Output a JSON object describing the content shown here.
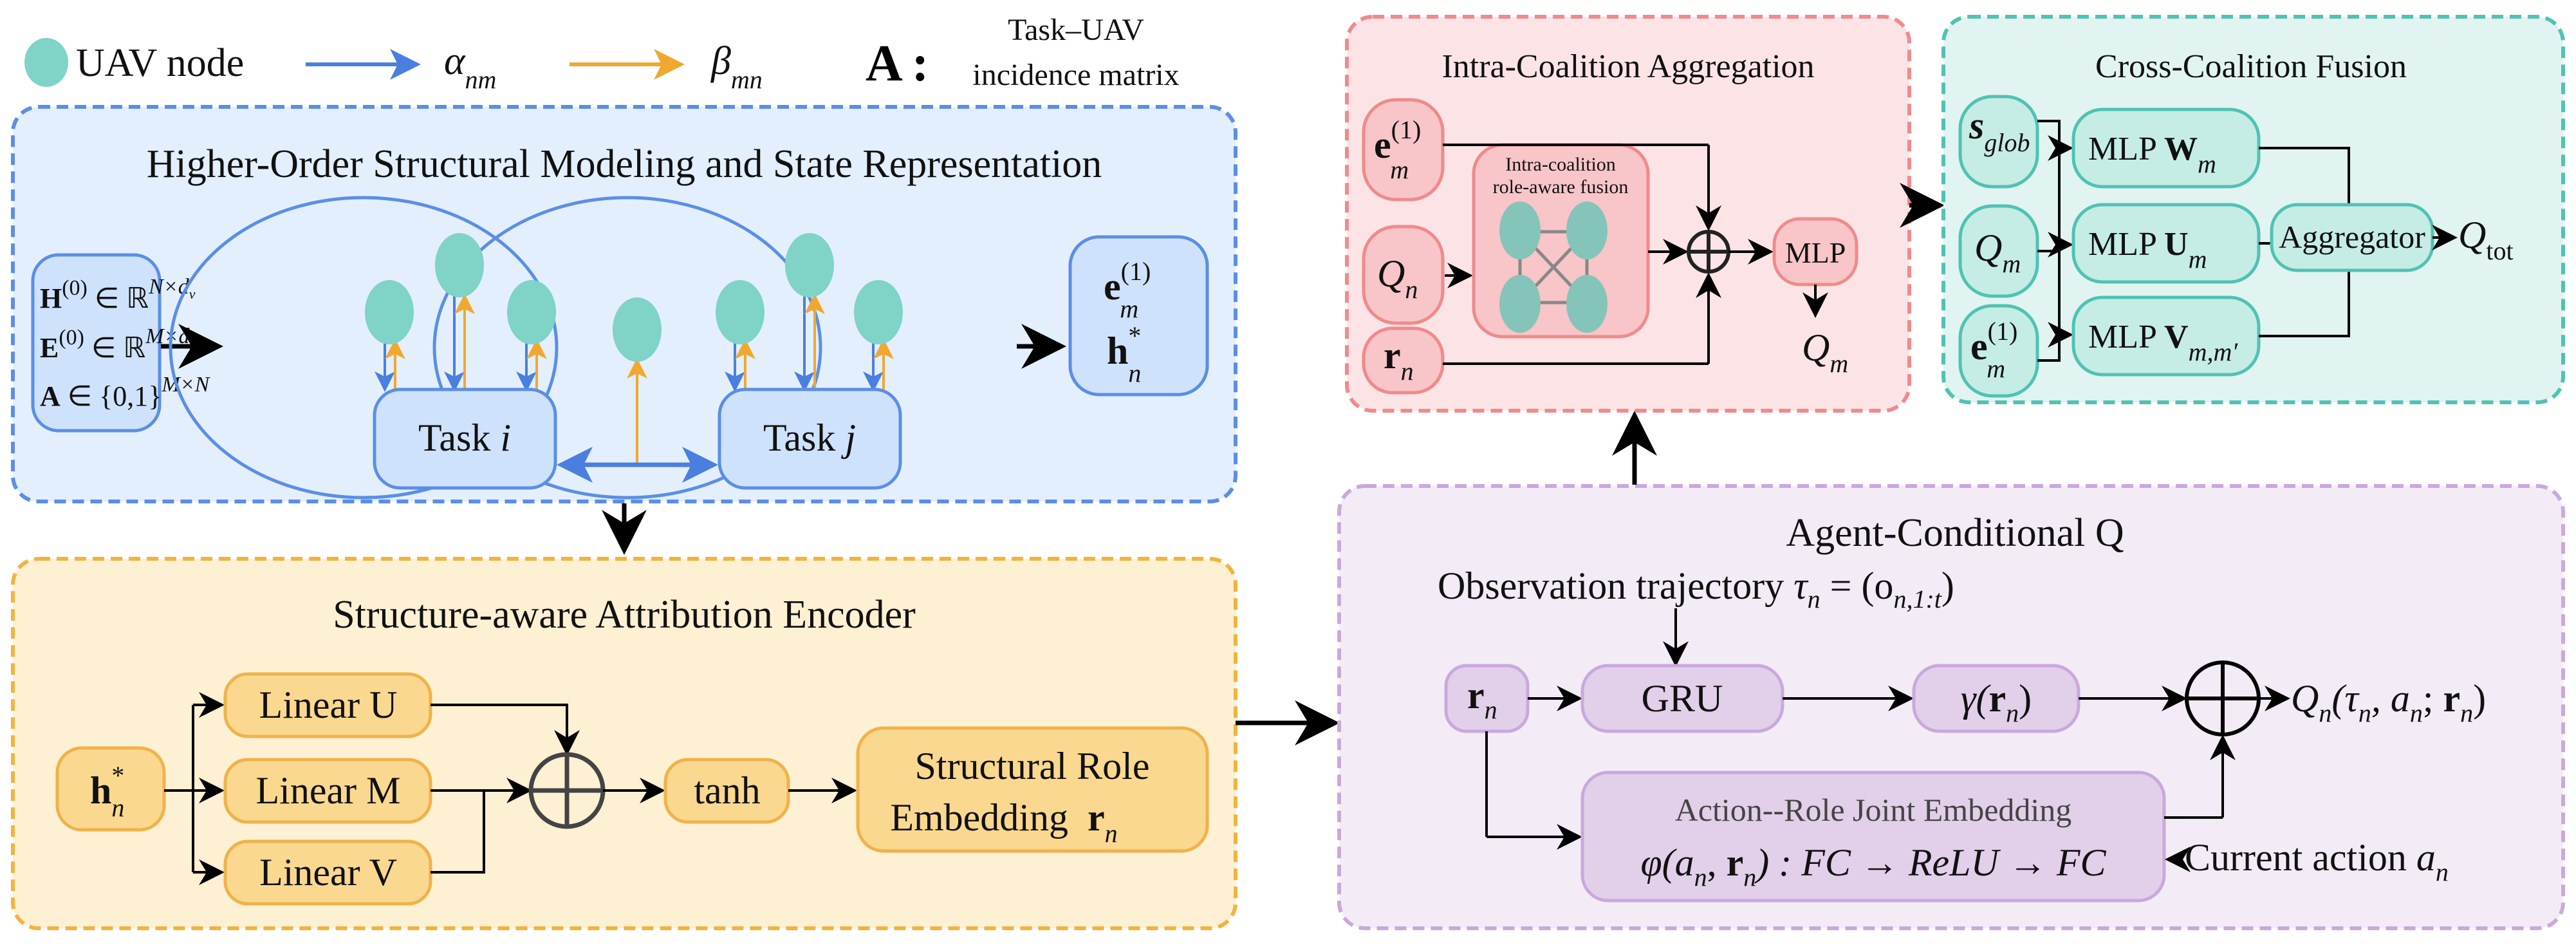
{
  "colors": {
    "uav_node": "#7fd3c7",
    "alpha_arrow": "#4a7fe0",
    "beta_arrow": "#f0a830",
    "hyper_panel": "#5b8ee6",
    "encoder_panel": "#f2b33d",
    "agent_panel": "#c9a9dc",
    "intra_panel": "#f08a8c",
    "cross_panel": "#4fc3b3"
  },
  "legend": {
    "uav_node": "UAV node",
    "alpha": {
      "main": "α",
      "sub": "nm"
    },
    "beta": {
      "main": "β",
      "sub": "mn"
    },
    "A": "A",
    "colon": ":",
    "incidence_line1": "Task–UAV",
    "incidence_line2": "incidence matrix"
  },
  "hyper": {
    "title": "Higher-Order Structural Modeling and State Representation",
    "inputs": [
      {
        "main": "H",
        "sup": "(0)",
        "rel": " ∈ ℝ",
        "exp": "N×d",
        "expsub": "v"
      },
      {
        "main": "E",
        "sup": "(0)",
        "rel": " ∈ ℝ",
        "exp": "M×d",
        "expsub": "e"
      },
      {
        "main": "A",
        "sup": "",
        "rel": " ∈ {0,1}",
        "exp": "M×N",
        "expsub": ""
      }
    ],
    "task_i": {
      "word": "Task ",
      "var": "i"
    },
    "task_j": {
      "word": "Task ",
      "var": "j"
    },
    "outputs": [
      {
        "main": "e",
        "sub": "m",
        "sup": "(1)"
      },
      {
        "main": "h",
        "sub": "n",
        "sup": "*"
      }
    ]
  },
  "encoder": {
    "title": "Structure-aware Attribution Encoder",
    "input": {
      "main": "h",
      "sub": "n",
      "sup": "*"
    },
    "linears": [
      "Linear U",
      "Linear M",
      "Linear V"
    ],
    "tanh": "tanh",
    "output_line1": "Structural Role",
    "output_line2": "Embedding",
    "output_var": {
      "main": "r",
      "sub": "n"
    }
  },
  "agent": {
    "title": "Agent-Conditional Q",
    "observation": {
      "text": "Observation trajectory ",
      "tau": "τ",
      "tau_sub": "n",
      "eq": " = (o",
      "o_sub": "n,1:t",
      "close": ")"
    },
    "rn": {
      "main": "r",
      "sub": "n"
    },
    "gru": "GRU",
    "gamma": {
      "pre": "γ(",
      "main": "r",
      "sub": "n",
      "post": ")"
    },
    "output": {
      "pre": "Q",
      "sub": "n",
      "args": "(τ",
      "a1sub": "n",
      "mid": ", a",
      "a2sub": "n",
      "semi": "; ",
      "r": "r",
      "rsub": "n",
      "post": ")"
    },
    "joint_title": "Action--Role Joint Embedding",
    "joint_formula": {
      "pre": "φ(a",
      "asub": "n",
      ",": ", ",
      "r": "r",
      "rsub": "n",
      "rest": ") : FC → ReLU → FC"
    },
    "current_action": {
      "text": "Current action ",
      "var": "a",
      "sub": "n"
    }
  },
  "intra": {
    "title": "Intra-Coalition Aggregation",
    "inputs": [
      {
        "main": "e",
        "sub": "m",
        "sup": "(1)"
      },
      {
        "main": "Q",
        "sub": "n",
        "sup": ""
      },
      {
        "main": "r",
        "sub": "n",
        "sup": ""
      }
    ],
    "fusion_line1": "Intra-coalition",
    "fusion_line2": "role-aware fusion",
    "mlp": "MLP",
    "output": {
      "main": "Q",
      "sub": "m"
    }
  },
  "cross": {
    "title": "Cross-Coalition Fusion",
    "inputs": [
      {
        "main": "s",
        "sub": "glob",
        "sup": ""
      },
      {
        "main": "Q",
        "sub": "m",
        "sup": ""
      },
      {
        "main": "e",
        "sub": "m",
        "sup": "(1)"
      }
    ],
    "mlps": [
      {
        "pre": "MLP ",
        "main": "W",
        "sub": "m"
      },
      {
        "pre": "MLP ",
        "main": "U",
        "sub": "m"
      },
      {
        "pre": "MLP ",
        "main": "V",
        "sub": "m,m′"
      }
    ],
    "aggregator": "Aggregator",
    "output": {
      "main": "Q",
      "sub": "tot"
    }
  }
}
